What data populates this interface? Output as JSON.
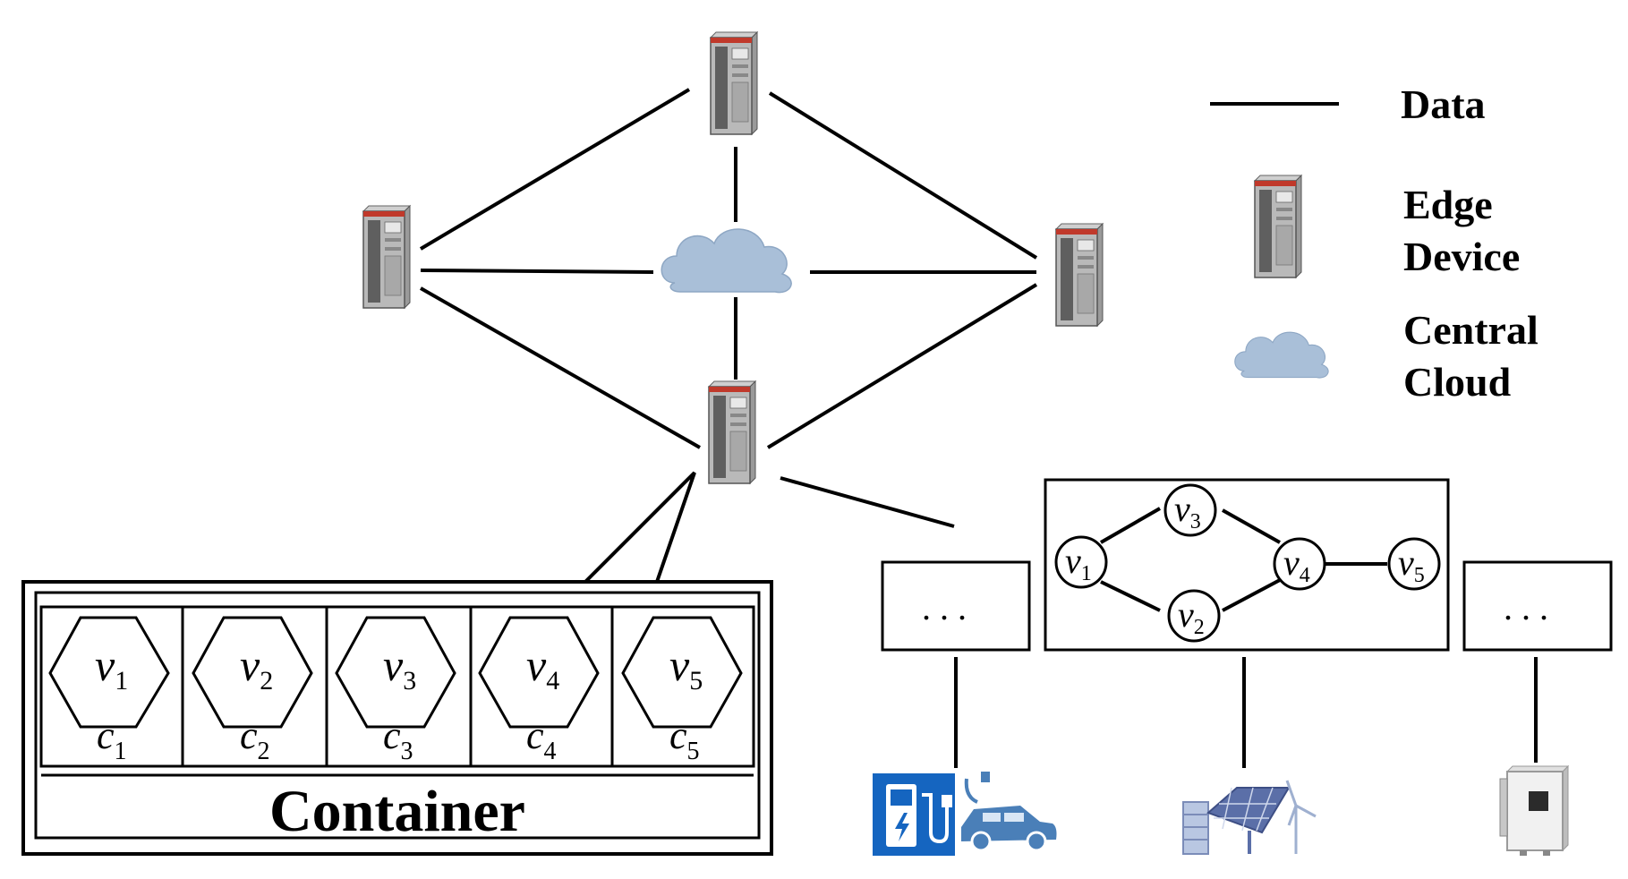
{
  "legend": {
    "data_label": "Data",
    "edge_device_label_line1": "Edge",
    "edge_device_label_line2": "Device",
    "central_cloud_label_line1": "Central",
    "central_cloud_label_line2": "Cloud"
  },
  "container": {
    "title": "Container",
    "slots": [
      {
        "service": "v",
        "service_sub": "1",
        "container": "c",
        "container_sub": "1"
      },
      {
        "service": "v",
        "service_sub": "2",
        "container": "c",
        "container_sub": "2"
      },
      {
        "service": "v",
        "service_sub": "3",
        "container": "c",
        "container_sub": "3"
      },
      {
        "service": "v",
        "service_sub": "4",
        "container": "c",
        "container_sub": "4"
      },
      {
        "service": "v",
        "service_sub": "5",
        "container": "c",
        "container_sub": "5"
      }
    ]
  },
  "workflow": {
    "nodes": [
      {
        "label": "v",
        "sub": "1"
      },
      {
        "label": "v",
        "sub": "3"
      },
      {
        "label": "v",
        "sub": "4"
      },
      {
        "label": "v",
        "sub": "2"
      },
      {
        "label": "v",
        "sub": "5"
      }
    ],
    "left_placeholder": "...",
    "right_placeholder": "..."
  },
  "icons": {
    "edge_device": "edge-server-cabinet-icon",
    "cloud": "cloud-icon",
    "ev_charger": "ev-charging-station-icon",
    "car": "electric-car-icon",
    "solar": "solar-panel-wind-turbine-icon",
    "inverter": "inverter-icon"
  },
  "colors": {
    "cloud": "#a9bfd8",
    "charger_blue": "#1565c0",
    "car_blue": "#4a7fb8",
    "solar_blue": "#5b6fa8",
    "device_gray": "#8a8a8a"
  }
}
